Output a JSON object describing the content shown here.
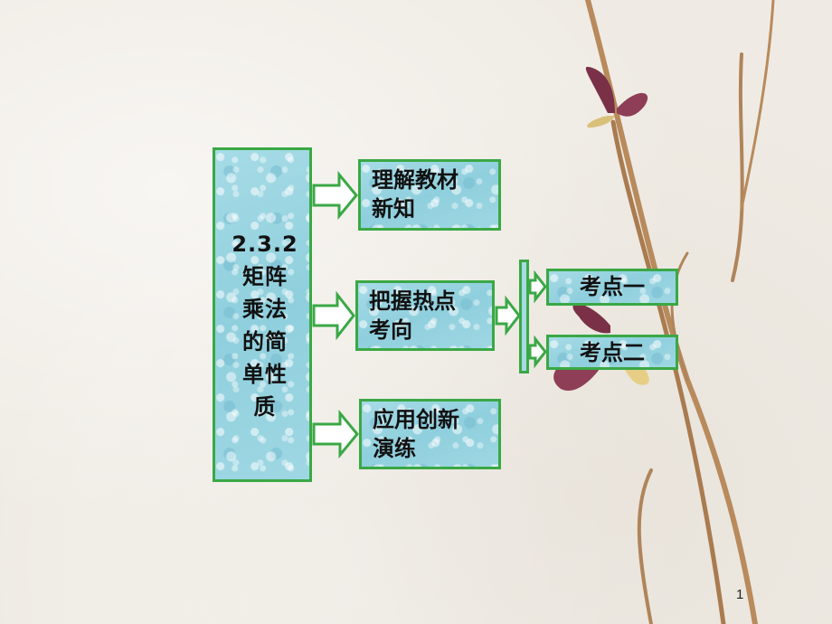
{
  "main": {
    "title": "2.3.2\n矩阵\n乘法\n的简\n单性\n质"
  },
  "items": [
    {
      "label": "理解教材\n新知"
    },
    {
      "label": "把握热点\n考向"
    },
    {
      "label": "应用创新\n演练"
    }
  ],
  "points": [
    {
      "label": "考点一"
    },
    {
      "label": "考点二"
    }
  ],
  "page_number": "1",
  "colors": {
    "border": "#3aa845",
    "box_fill": "#9fd7e3",
    "arrow_fill": "#ffffff"
  }
}
